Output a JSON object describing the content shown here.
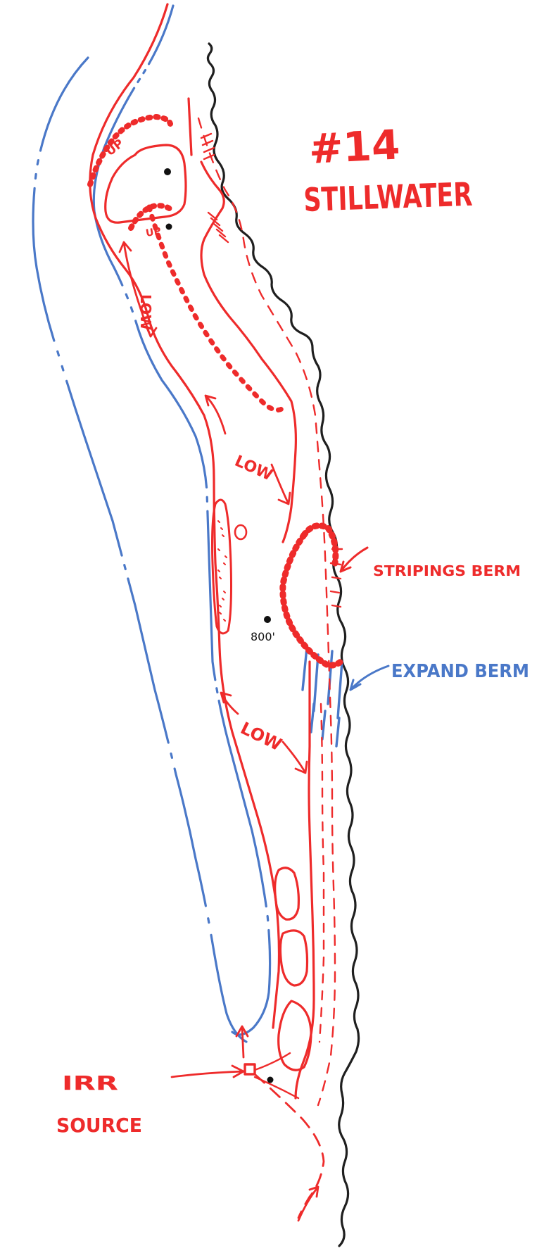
{
  "title": {
    "hole_number": "#14",
    "course_name": "STILLWATER"
  },
  "labels": {
    "up_upper": "UP",
    "up_lower": "UP",
    "low_fairway_top": "LOW",
    "low_middle": "LOW",
    "low_bottom": "LOW",
    "yardage": "800'",
    "strippings_berm": "STRIPINGS BERM",
    "expand_berm": "EXPAND BERM",
    "irr_source_line1": "IRR",
    "irr_source_line2": "SOURCE"
  },
  "colors": {
    "design": "#ee2b2b",
    "water": "#4a78c8",
    "boundary": "#1f1f1f",
    "dot": "#111111",
    "background": "#ffffff"
  }
}
